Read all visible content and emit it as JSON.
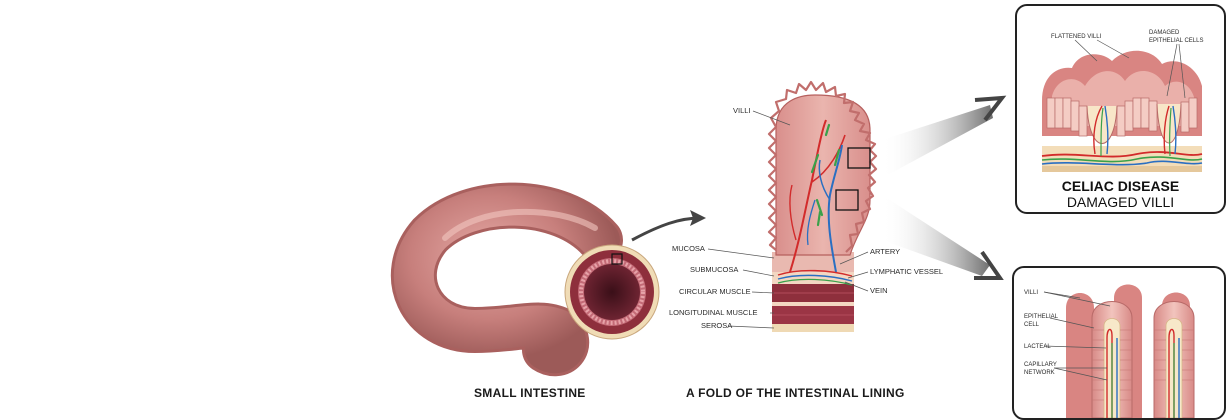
{
  "captions": {
    "small_intestine": "SMALL INTESTINE",
    "fold": "A FOLD OF THE INTESTINAL LINING"
  },
  "fold_labels": {
    "villi": "VILLI",
    "mucosa": "MUCOSA",
    "submucosa": "SUBMUCOSA",
    "circular_muscle": "CIRCULAR MUSCLE",
    "longitudinal_muscle": "LONGITUDINAL MUSCLE",
    "serosa": "SEROSA",
    "artery": "ARTERY",
    "lymphatic_vessel": "LYMPHATIC VESSEL",
    "vein": "VEIN"
  },
  "celiac_panel": {
    "flattened_villi": "FLATTENED VILLI",
    "damaged_line1": "DAMAGED",
    "damaged_line2": "EPITHELIAL CELLS",
    "title_line1": "CELIAC DISEASE",
    "title_line2": "DAMAGED VILLI"
  },
  "healthy_panel": {
    "villi": "VILLI",
    "epithelial_line1": "EPITHELIAL",
    "epithelial_line2": "CELL",
    "lacteal": "LACTEAL",
    "capillary_line1": "CAPILLARY",
    "capillary_line2": "NETWORK"
  },
  "colors": {
    "tissue": "#c9787a",
    "tissue_light": "#e8b2ad",
    "muscle": "#8e2f3c",
    "artery": "#d22b2b",
    "vein": "#2a6fc2",
    "lymph": "#3aa14a",
    "serosa": "#efd9b4"
  }
}
